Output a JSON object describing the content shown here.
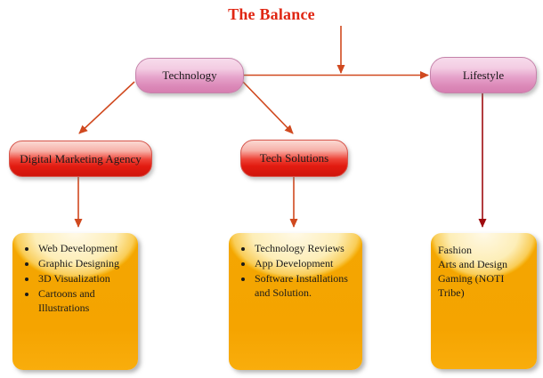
{
  "title": {
    "text": "The Balance"
  },
  "nodes": {
    "technology": {
      "label": "Technology"
    },
    "lifestyle": {
      "label": "Lifestyle"
    },
    "digital_marketing_agency": {
      "label": "Digital Marketing Agency"
    },
    "tech_solutions": {
      "label": "Tech Solutions"
    }
  },
  "panels": {
    "digital_marketing_services": {
      "bulleted": true,
      "items": [
        "Web Development",
        "Graphic Designing",
        "3D Visualization",
        "Cartoons and Illustrations"
      ]
    },
    "tech_solutions_services": {
      "bulleted": true,
      "items": [
        "Technology Reviews",
        "App Development",
        "Software Installations and Solution."
      ]
    },
    "lifestyle_topics": {
      "bulleted": false,
      "items": [
        "Fashion",
        "Arts and Design",
        "Gaming (NOTI Tribe)"
      ]
    }
  },
  "colors": {
    "title_red": "#e02613",
    "arrow_orange_red": "#d0491f",
    "arrow_dark_red": "#9e0b0f",
    "node_pink_top": "#f7dcec",
    "node_pink_bottom": "#d67eb0",
    "node_red_top": "#fbd9d3",
    "node_red_bottom": "#cf150c",
    "panel_cream_top": "#fff9e6",
    "panel_orange_bottom": "#f5a400"
  }
}
